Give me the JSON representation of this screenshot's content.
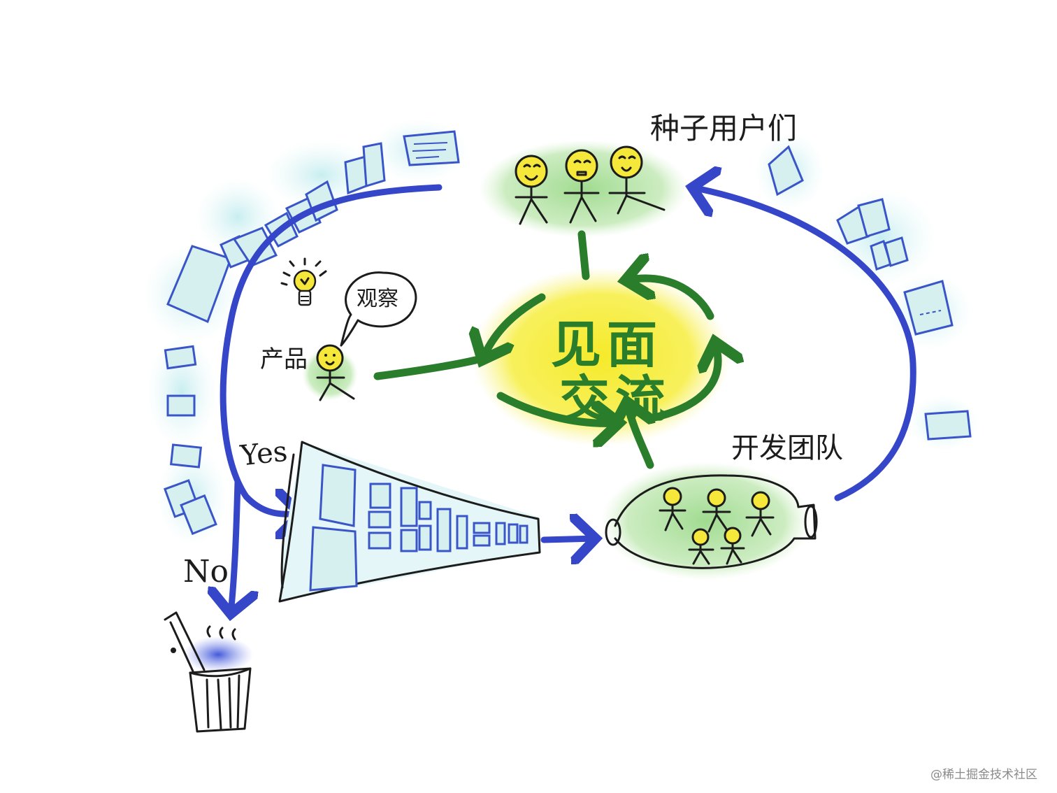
{
  "labels": {
    "seed_users": "种子用户们",
    "product": "产品",
    "observe": "观察",
    "center_line1": "见面",
    "center_line2": "交流",
    "dev_team": "开发团队",
    "yes": "Yes",
    "no": "No"
  },
  "watermark": "@稀土掘金技术社区",
  "colors": {
    "blue_arrow": "#3546c8",
    "green_arrow": "#2a7d2a",
    "yellow_glow": "#f5ea2a",
    "green_glow": "#9bd98a",
    "card_fill": "#d6f0ef",
    "head_fill": "#f5e83a"
  },
  "icons": [
    "lightbulb-icon",
    "trash-bin-icon",
    "funnel-icon",
    "hose-pipe-icon"
  ]
}
